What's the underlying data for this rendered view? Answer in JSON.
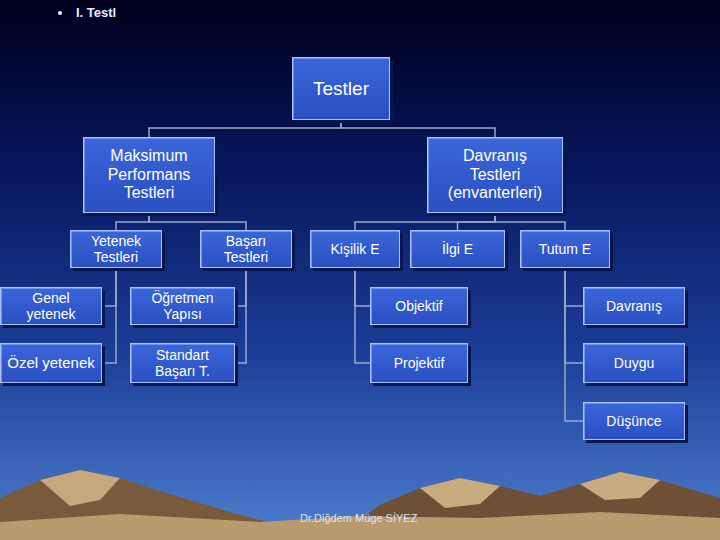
{
  "diagram": {
    "title": "I. Testl",
    "nodes": [
      {
        "text": [
          "Testler"
        ]
      },
      {
        "text": [
          "Maksimum Performans Testleri"
        ]
      },
      {
        "text": [
          "Davranış Testleri (envanterleri)"
        ]
      },
      {
        "text": [
          "Yetenek Testleri"
        ]
      },
      {
        "text": [
          "Başarı Testleri"
        ]
      },
      {
        "text": [
          "Kişilik E"
        ]
      },
      {
        "text": [
          "İlgi E"
        ]
      },
      {
        "text": [
          "Tutum E"
        ]
      },
      {
        "text": [
          "Genel yetenek"
        ]
      },
      {
        "text": [
          "Öğretmen Yapısı"
        ]
      },
      {
        "text": [
          "Özel yetenek"
        ]
      },
      {
        "text": [
          "Standart Başarı T."
        ]
      },
      {
        "text": [
          "Objektif"
        ]
      },
      {
        "text": [
          "Projektif"
        ]
      },
      {
        "text": [
          "Davranış"
        ]
      },
      {
        "text": [
          "Duygu"
        ]
      },
      {
        "text": [
          "Düşünce"
        ]
      }
    ],
    "edges": [
      {
        "from": 0,
        "to": 1,
        "arrow": "none"
      },
      {
        "from": 0,
        "to": 2,
        "arrow": "none"
      },
      {
        "from": 1,
        "to": 3,
        "arrow": "none"
      },
      {
        "from": 1,
        "to": 4,
        "arrow": "none"
      },
      {
        "from": 2,
        "to": 5,
        "arrow": "none"
      },
      {
        "from": 2,
        "to": 6,
        "arrow": "none"
      },
      {
        "from": 2,
        "to": 7,
        "arrow": "none"
      },
      {
        "from": 3,
        "to": 8,
        "arrow": "none"
      },
      {
        "from": 3,
        "to": 10,
        "arrow": "none"
      },
      {
        "from": 4,
        "to": 9,
        "arrow": "none"
      },
      {
        "from": 4,
        "to": 11,
        "arrow": "none"
      },
      {
        "from": 5,
        "to": 12,
        "arrow": "none"
      },
      {
        "from": 5,
        "to": 13,
        "arrow": "none"
      },
      {
        "from": 7,
        "to": 14,
        "arrow": "none"
      },
      {
        "from": 7,
        "to": 15,
        "arrow": "none"
      },
      {
        "from": 7,
        "to": 16,
        "arrow": "none"
      }
    ],
    "labels": [
      "Dr.Diğdem Müge SİYEZ"
    ]
  }
}
